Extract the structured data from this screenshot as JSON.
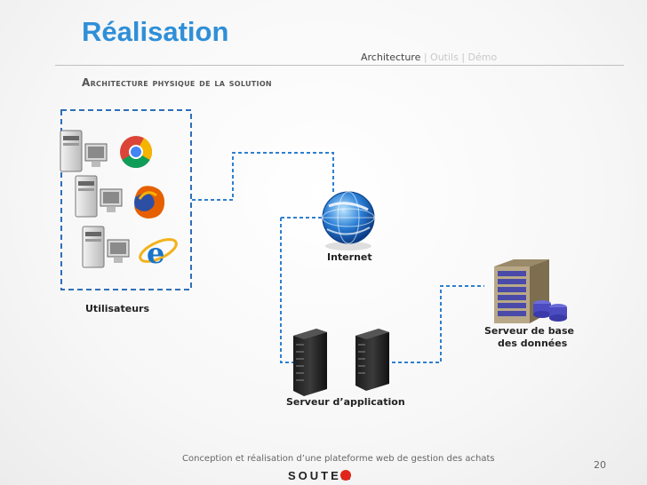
{
  "header": {
    "title": "Réalisation",
    "nav": {
      "active": "Architecture",
      "sep1": " | ",
      "item2": "Outils",
      "sep2": " | ",
      "item3": "Démo"
    },
    "subtitle": "Architecture physique de la solution"
  },
  "diagram": {
    "users_label": "Utilisateurs",
    "internet_label": "Internet",
    "app_server_label": "Serveur d’application",
    "db_server_label_line1": "Serveur  de base",
    "db_server_label_line2": "des données",
    "browsers": [
      "chrome-icon",
      "firefox-icon",
      "internet-explorer-icon"
    ],
    "line_color": "#2f7fd0"
  },
  "footer": {
    "text": "Conception  et réalisation d’une plateforme web de gestion des achats",
    "page": "20",
    "logo_text": "SOUTEM"
  }
}
